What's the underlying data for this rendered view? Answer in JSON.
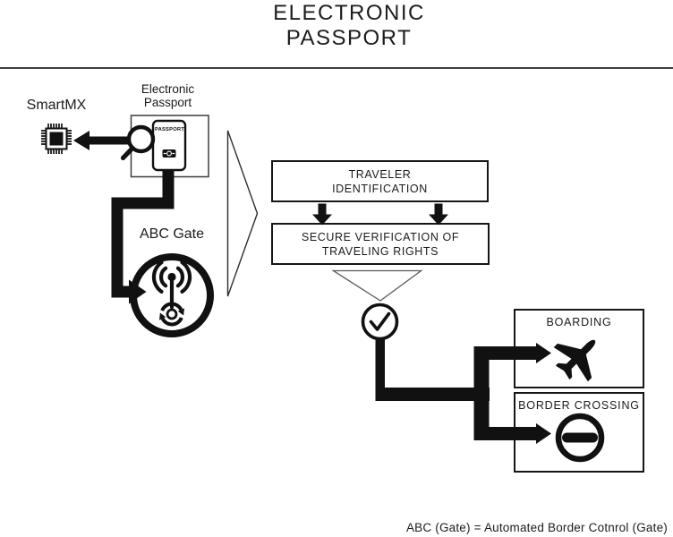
{
  "title": {
    "line1": "ELECTRONIC",
    "line2": "PASSPORT"
  },
  "chip": {
    "label": "SmartMX"
  },
  "passport": {
    "label_line1": "Electronic",
    "label_line2": "Passport",
    "booklet_text": "PASSPORT"
  },
  "gate": {
    "label": "ABC Gate"
  },
  "steps": {
    "identification": {
      "line1": "TRAVELER",
      "line2": "IDENTIFICATION"
    },
    "verification": {
      "line1": "SECURE VERIFICATION OF",
      "line2": "TRAVELING RIGHTS"
    }
  },
  "outcomes": {
    "boarding": "BOARDING",
    "border_crossing": "BORDER CROSSING"
  },
  "footnote": "ABC (Gate) = Automated Border Cotnrol (Gate)",
  "icons": {
    "chip": "smartmx-chip-icon",
    "magnifier": "magnifier-icon",
    "passport_booklet": "passport-booklet-icon",
    "biometric_emblem": "biometric-chip-emblem-icon",
    "gate": "rfid-gate-icon",
    "check": "check-circle-icon",
    "plane": "airplane-icon",
    "no_entry": "no-entry-icon"
  },
  "colors": {
    "ink": "#161616",
    "background": "#ffffff"
  }
}
